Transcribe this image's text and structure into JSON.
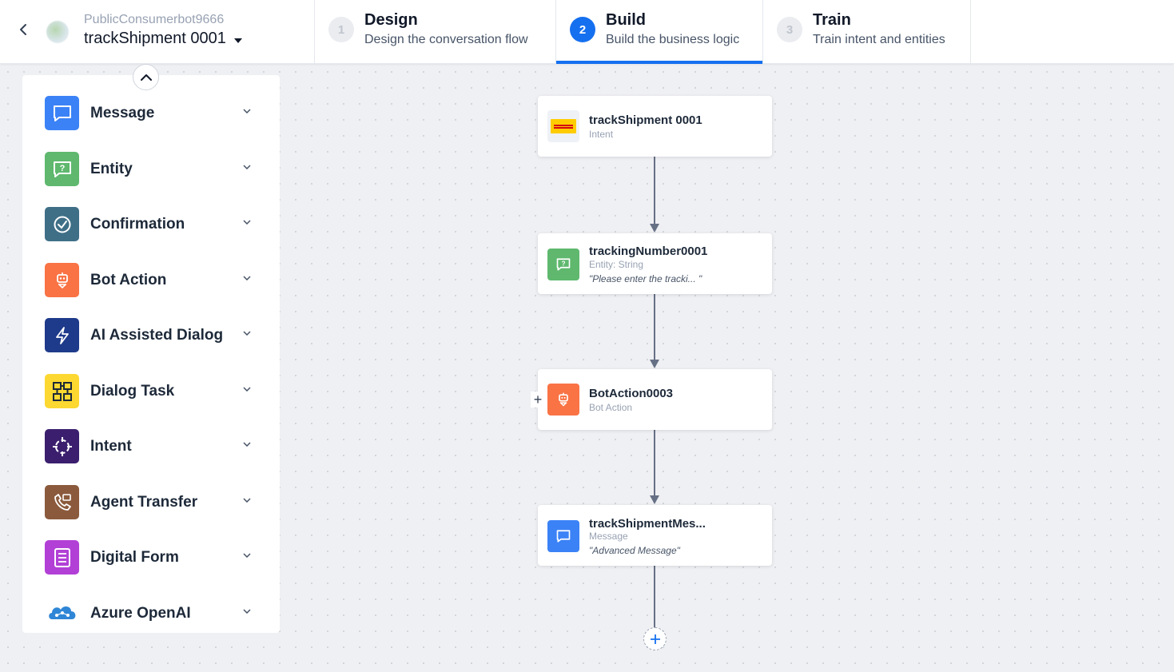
{
  "header": {
    "back_icon": "chevron-left-icon",
    "bot_name": "PublicConsumerbot9666",
    "dialog_name": "trackShipment 0001",
    "steps": [
      {
        "num": "1",
        "title": "Design",
        "sub": "Design the conversation flow",
        "active": false
      },
      {
        "num": "2",
        "title": "Build",
        "sub": "Build the business logic",
        "active": true
      },
      {
        "num": "3",
        "title": "Train",
        "sub": "Train intent and entities",
        "active": false
      }
    ],
    "accent_color": "#1570ef"
  },
  "sidebar": {
    "collapse_icon": "chevron-up-icon",
    "items": [
      {
        "label": "Message",
        "icon": "message-icon",
        "color": "#3b82f6"
      },
      {
        "label": "Entity",
        "icon": "entity-icon",
        "color": "#5fb86e"
      },
      {
        "label": "Confirmation",
        "icon": "confirmation-icon",
        "color": "#3f6f87"
      },
      {
        "label": "Bot Action",
        "icon": "bot-action-icon",
        "color": "#f97345"
      },
      {
        "label": "AI Assisted Dialog",
        "icon": "lightning-icon",
        "color": "#1e3a8a"
      },
      {
        "label": "Dialog Task",
        "icon": "dialog-task-icon",
        "color": "#fcd831"
      },
      {
        "label": "Intent",
        "icon": "intent-icon",
        "color": "#3b1f6e"
      },
      {
        "label": "Agent Transfer",
        "icon": "agent-transfer-icon",
        "color": "#8b5a3c"
      },
      {
        "label": "Digital Form",
        "icon": "digital-form-icon",
        "color": "#b240d6"
      },
      {
        "label": "Azure OpenAI",
        "icon": "azure-openai-icon",
        "color": "#2f86d6"
      }
    ]
  },
  "canvas": {
    "nodes": [
      {
        "name": "trackShipment 0001",
        "type": "Intent",
        "prompt": "",
        "icon": "dhl-logo-icon"
      },
      {
        "name": "trackingNumber0001",
        "type": "Entity: String",
        "prompt": "\"Please enter the tracki...  \"",
        "icon": "entity-icon"
      },
      {
        "name": "BotAction0003",
        "type": "Bot Action",
        "prompt": "",
        "icon": "bot-action-icon"
      },
      {
        "name": "trackShipmentMes...",
        "type": "Message",
        "prompt": "\"Advanced Message\"",
        "icon": "message-icon"
      }
    ],
    "add_node_icon": "plus-icon",
    "insert_icon": "plus-icon"
  }
}
